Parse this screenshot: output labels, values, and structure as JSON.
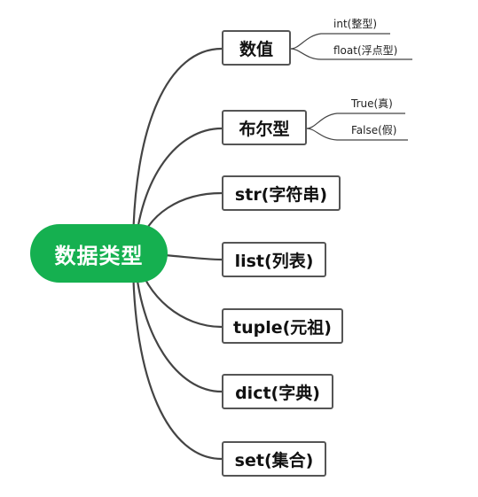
{
  "root": {
    "label": "数据类型",
    "color": "#15b050"
  },
  "branches": [
    {
      "label": "数值",
      "children": [
        "int(整型)",
        "float(浮点型)"
      ]
    },
    {
      "label": "布尔型",
      "children": [
        "True(真)",
        "False(假)"
      ]
    },
    {
      "label": "str(字符串)",
      "children": []
    },
    {
      "label": "list(列表)",
      "children": []
    },
    {
      "label": "tuple(元祖)",
      "children": []
    },
    {
      "label": "dict(字典)",
      "children": []
    },
    {
      "label": "set(集合)",
      "children": []
    }
  ],
  "line_color": "#444444"
}
